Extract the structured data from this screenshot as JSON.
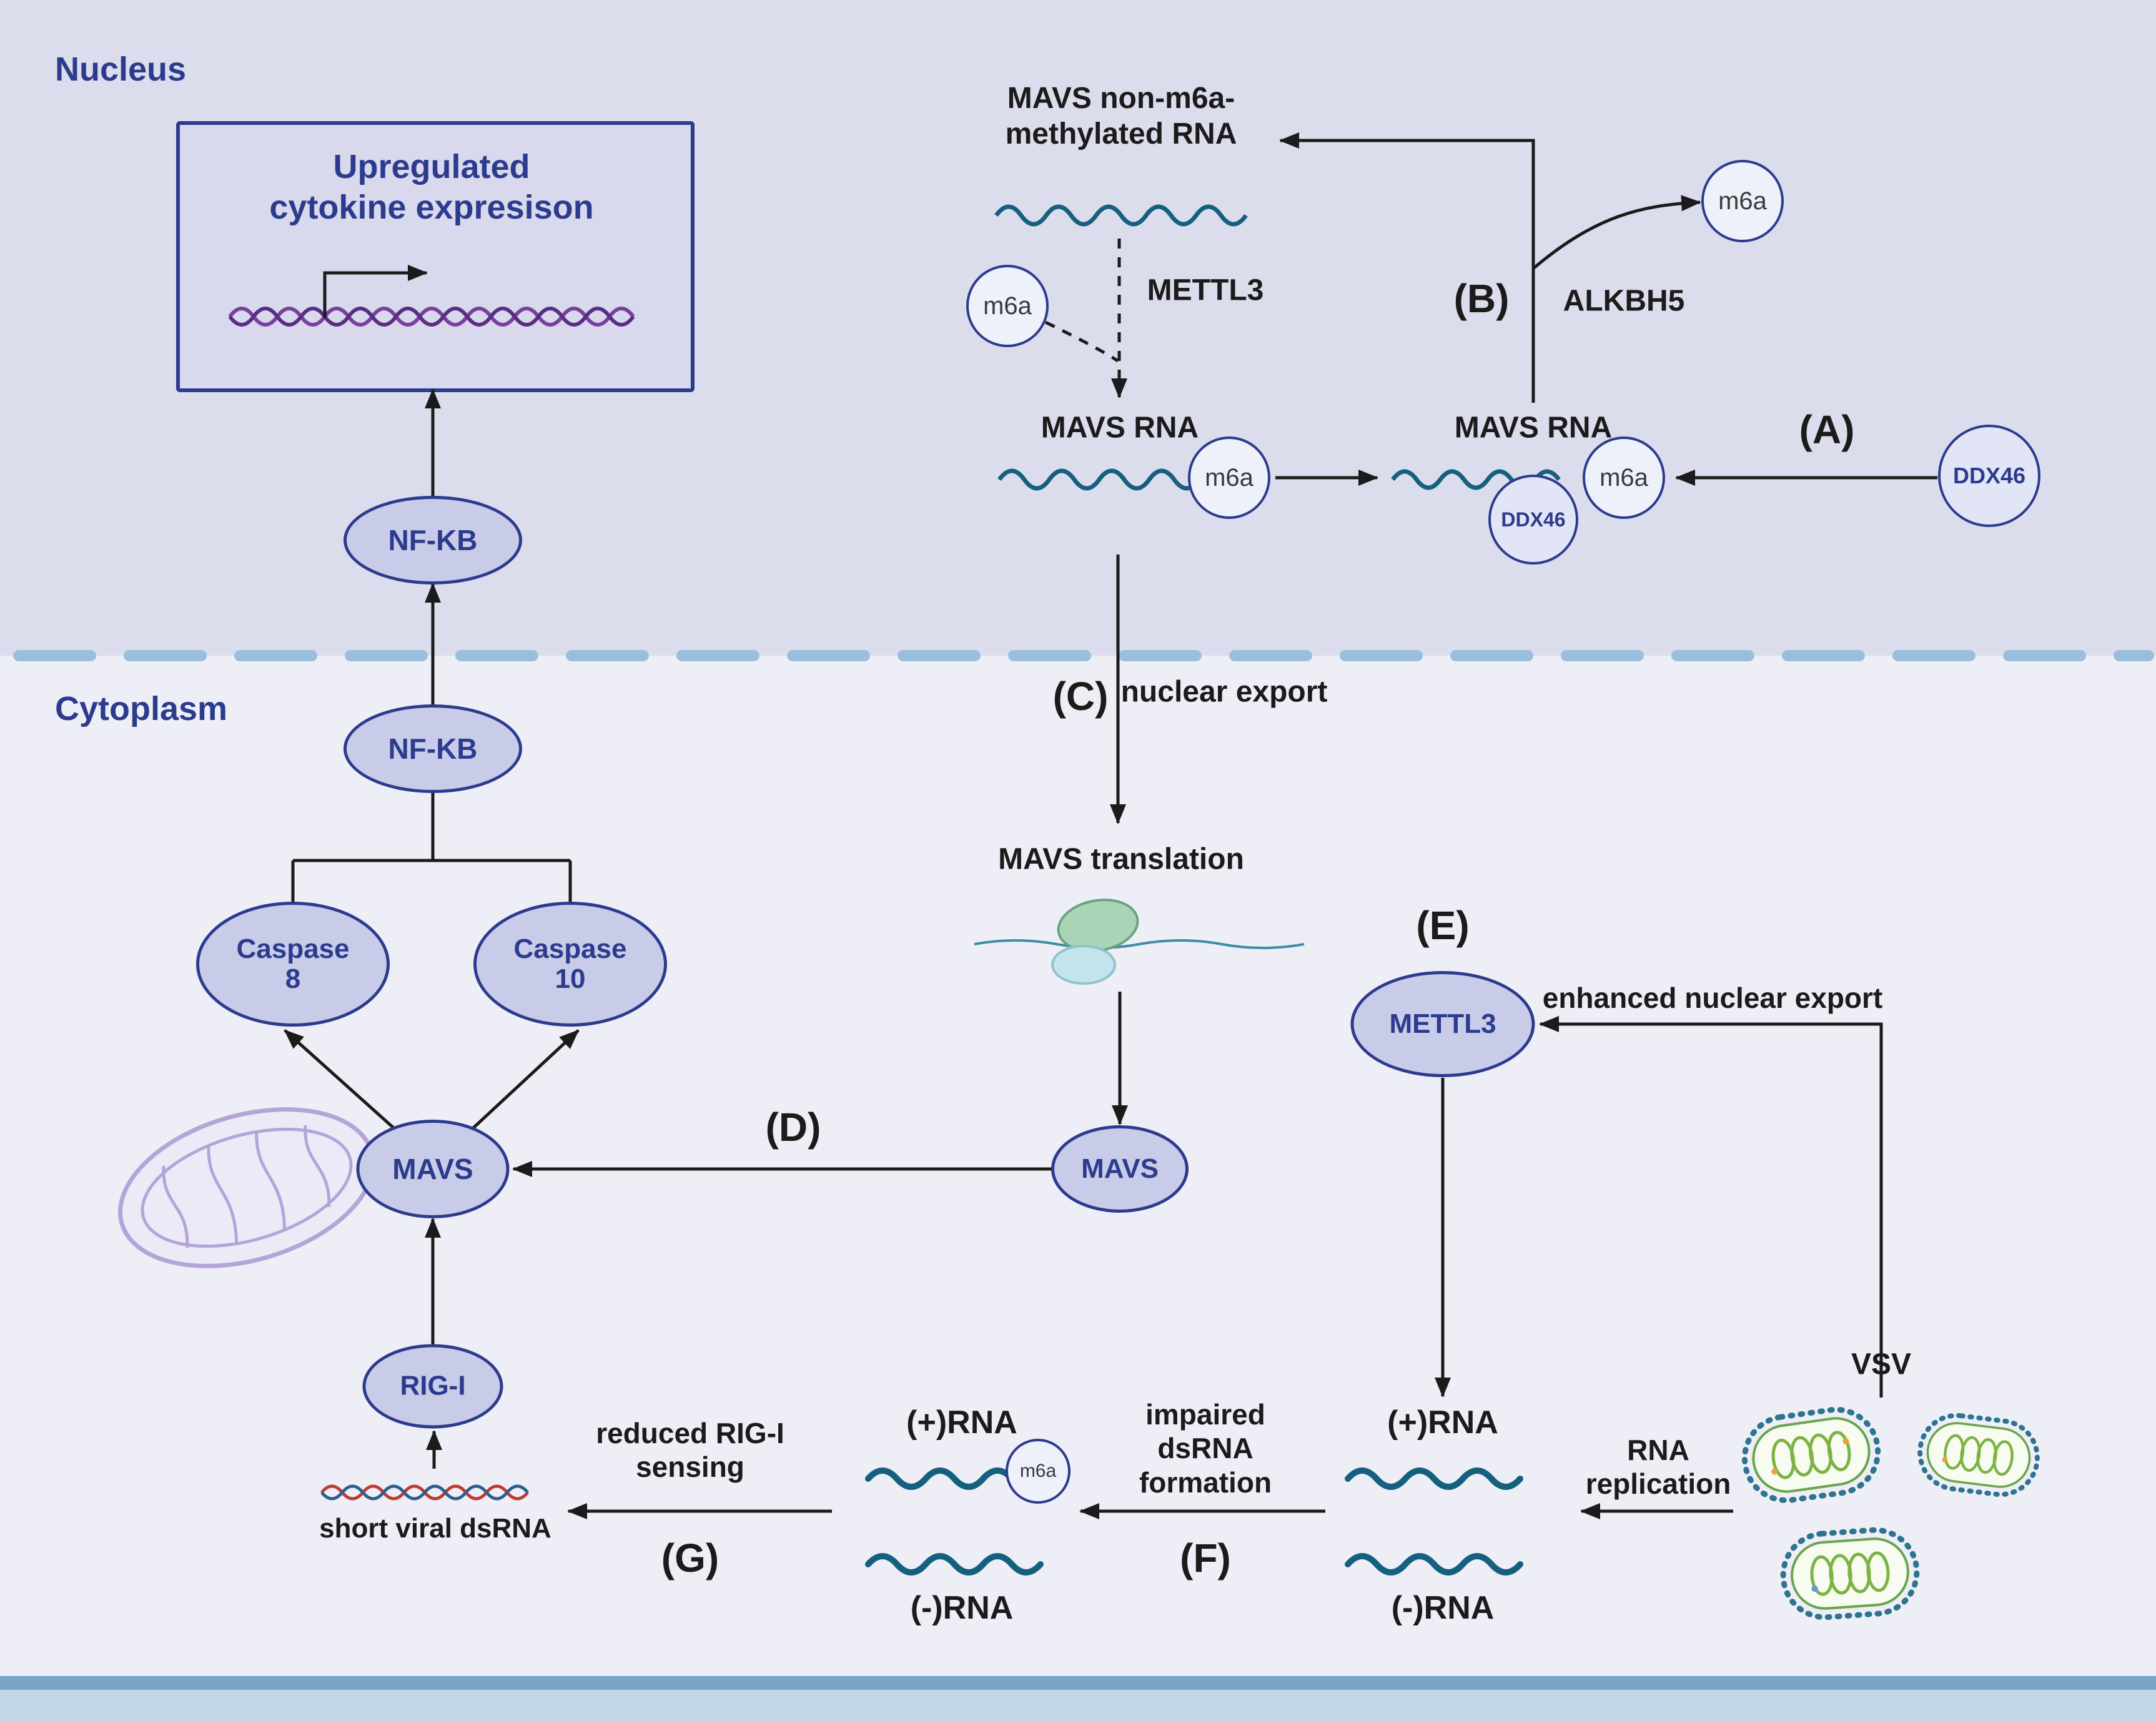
{
  "regions": {
    "nucleus": "Nucleus",
    "cytoplasm": "Cytoplasm"
  },
  "colors": {
    "navy": "#2c3b8e",
    "rna_teal": "#16607f",
    "dna_purple": "#7b3fa0",
    "membrane_blue": "#9abfdc"
  },
  "nucleus": {
    "box_title": [
      "Upregulated",
      "cytokine expresison"
    ],
    "nfkb": "NF-KB",
    "mavs_non_m6a_label": "MAVS non-m6a-methylated RNA",
    "m6a": "m6a",
    "mettl3": "METTL3",
    "mavs_rna_left": "MAVS RNA",
    "mavs_rna_right": "MAVS RNA",
    "ddx46_bound": "DDX46",
    "ddx46_free": "DDX46",
    "alkbh5": "ALKBH5",
    "label_a": "(A)",
    "label_b": "(B)"
  },
  "cytoplasm": {
    "nfkb": "NF-KB",
    "caspase8": "Caspase 8",
    "caspase10": "Caspase 10",
    "mavs": "MAVS",
    "rig_i": "RIG-I",
    "short_dsrna": "short viral dsRNA",
    "label_c": "(C)",
    "nuclear_export": "nuclear export",
    "mavs_translation": "MAVS translation",
    "mavs_translated": "MAVS",
    "label_d": "(D)",
    "label_e": "(E)",
    "mettl3": "METTL3",
    "enhanced_export": "enhanced nuclear export",
    "plus_rna_mid": "(+)RNA",
    "minus_rna_mid": "(-)RNA",
    "m6a_mid": "m6a",
    "plus_rna_right": "(+)RNA",
    "minus_rna_right": "(-)RNA",
    "impaired": "impaired dsRNA formation",
    "label_f": "(F)",
    "reduced": "reduced RIG-I sensing",
    "label_g": "(G)",
    "rna_replication": "RNA replication",
    "vsv": "VSV"
  }
}
